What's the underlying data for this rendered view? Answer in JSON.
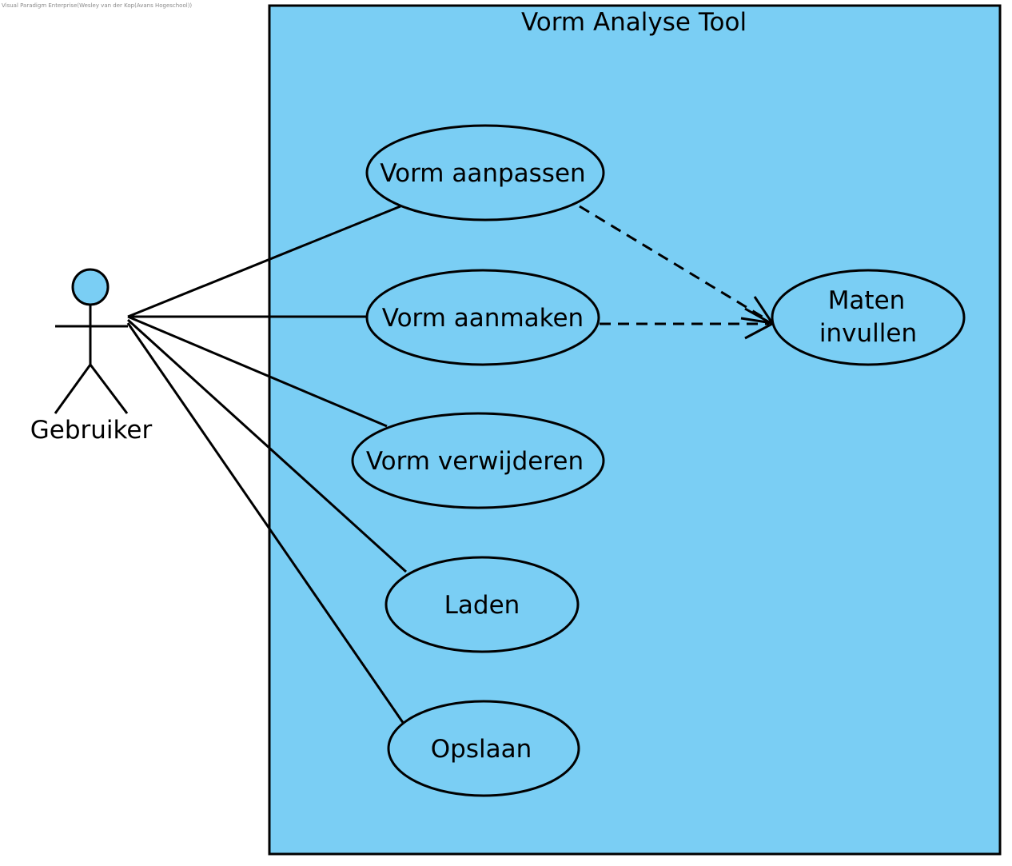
{
  "watermark": "Visual Paradigm Enterprise(Wesley van der Kop(Avans Hogeschool))",
  "colors": {
    "fill": "#7ACEF4",
    "stroke": "#000000",
    "background": "#ffffff"
  },
  "system": {
    "title": "Vorm Analyse Tool"
  },
  "actor": {
    "name": "Gebruiker"
  },
  "use_cases": {
    "aanpassen": "Vorm aanpassen",
    "aanmaken": "Vorm aanmaken",
    "verwijderen": "Vorm verwijderen",
    "laden": "Laden",
    "opslaan": "Opslaan",
    "maten_line1": "Maten",
    "maten_line2": "invullen"
  },
  "relationships": [
    {
      "from": "Gebruiker",
      "to": "Vorm aanpassen",
      "kind": "association"
    },
    {
      "from": "Gebruiker",
      "to": "Vorm aanmaken",
      "kind": "association"
    },
    {
      "from": "Gebruiker",
      "to": "Vorm verwijderen",
      "kind": "association"
    },
    {
      "from": "Gebruiker",
      "to": "Laden",
      "kind": "association"
    },
    {
      "from": "Gebruiker",
      "to": "Opslaan",
      "kind": "association"
    },
    {
      "from": "Vorm aanpassen",
      "to": "Maten invullen",
      "kind": "dependency"
    },
    {
      "from": "Vorm aanmaken",
      "to": "Maten invullen",
      "kind": "dependency"
    }
  ]
}
